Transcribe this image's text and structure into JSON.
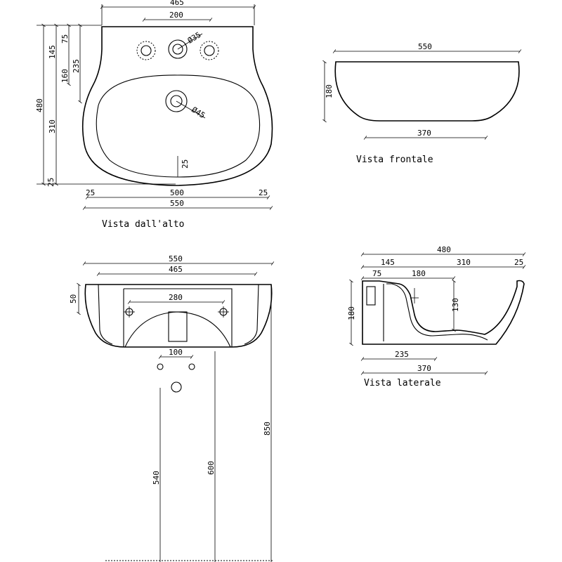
{
  "views": {
    "top_caption": "Vista dall'alto",
    "front_caption": "Vista frontale",
    "side_caption": "Vista laterale"
  },
  "top_view": {
    "width_465": "465",
    "holes_200": "200",
    "dia_35": "Ø35",
    "dia_45": "Ø45",
    "h_480": "480",
    "h_310": "310",
    "h_25_left": "25",
    "h_145": "145",
    "h_75": "75",
    "h_160": "160",
    "h_235": "235",
    "inner_25": "25",
    "bottom_25_left": "25",
    "bottom_500": "500",
    "bottom_25_right": "25",
    "bottom_550": "550"
  },
  "front_view": {
    "width_550": "550",
    "height_180": "180",
    "base_370": "370"
  },
  "rear_view": {
    "width_550": "550",
    "width_465": "465",
    "height_50": "50",
    "fix_280": "280",
    "ped_100": "100",
    "h_540": "540",
    "h_600": "600",
    "h_850": "850"
  },
  "side_view": {
    "depth_480": "480",
    "d_145": "145",
    "d_310": "310",
    "d_25": "25",
    "d_75": "75",
    "d_180": "180",
    "height_180": "180",
    "height_130": "130",
    "d_235": "235",
    "d_370": "370"
  }
}
